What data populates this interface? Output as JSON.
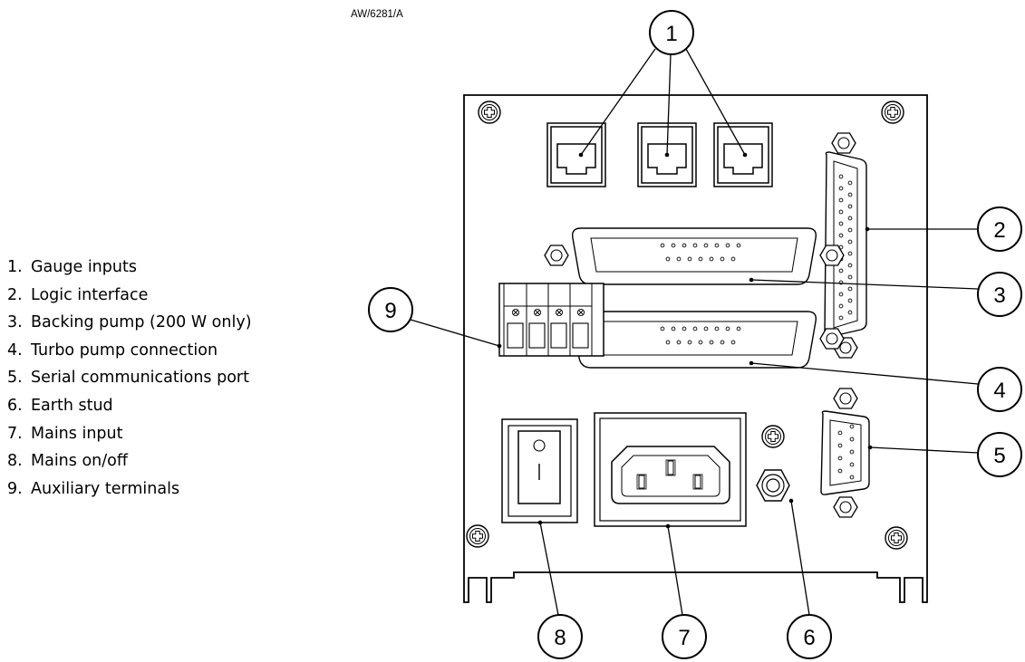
{
  "figure": {
    "reference": "AW/6281/A"
  },
  "legend": [
    {
      "number": "1.",
      "label": "Gauge inputs"
    },
    {
      "number": "2.",
      "label": "Logic interface"
    },
    {
      "number": "3.",
      "label": "Backing pump (200 W only)"
    },
    {
      "number": "4.",
      "label": "Turbo pump connection"
    },
    {
      "number": "5.",
      "label": "Serial communications port"
    },
    {
      "number": "6.",
      "label": "Earth stud"
    },
    {
      "number": "7.",
      "label": "Mains input"
    },
    {
      "number": "8.",
      "label": "Mains on/off"
    },
    {
      "number": "9.",
      "label": "Auxiliary terminals"
    }
  ],
  "callouts": [
    "1",
    "2",
    "3",
    "4",
    "5",
    "6",
    "7",
    "8",
    "9"
  ]
}
